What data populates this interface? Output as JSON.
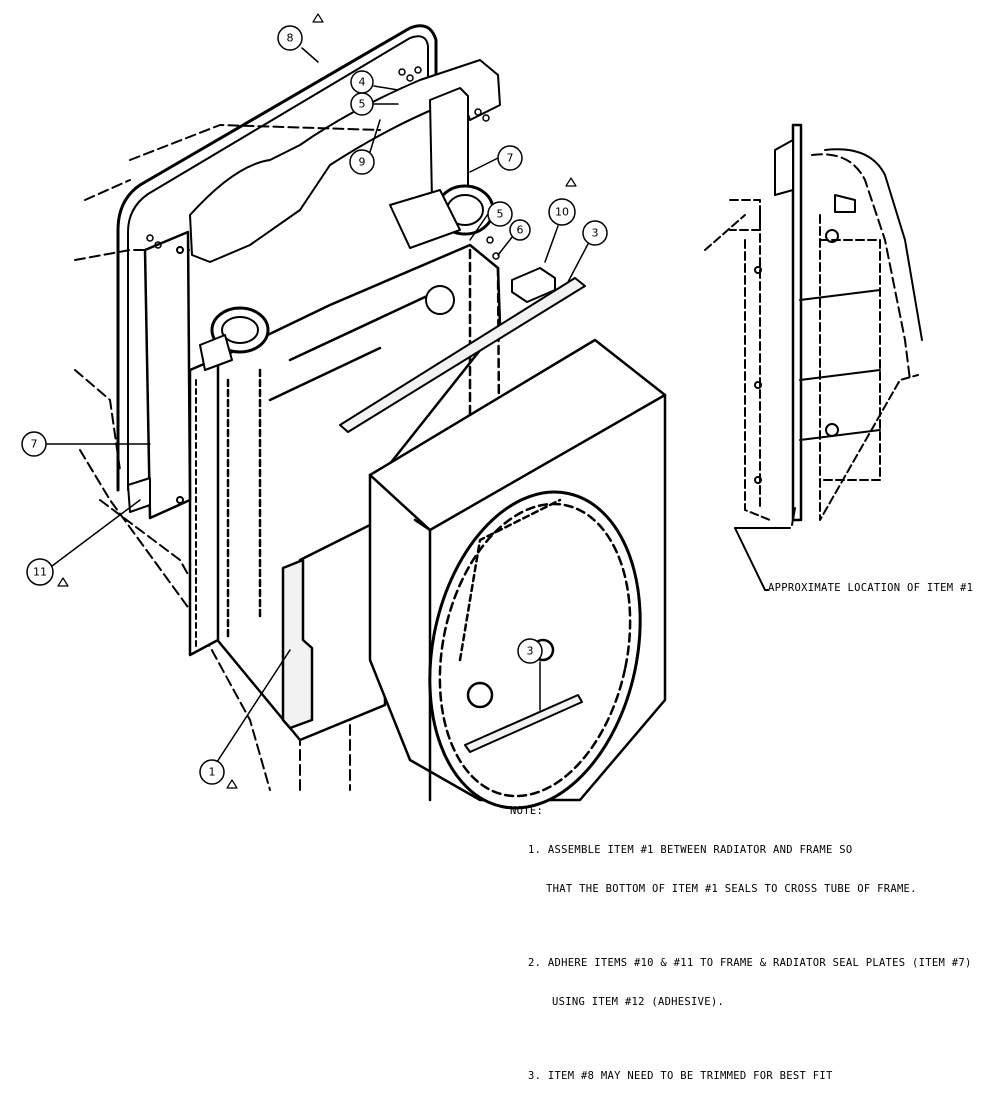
{
  "callouts": {
    "c8": "8",
    "c4": "4",
    "c5a": "5",
    "c9": "9",
    "c7a": "7",
    "c5b": "5",
    "c6": "6",
    "c10": "10",
    "c3a": "3",
    "c7b": "7",
    "c11": "11",
    "c1": "1",
    "c3b": "3"
  },
  "side_view_label": "APPROXIMATE LOCATION OF ITEM #1",
  "notes": {
    "heading": "NOTE:",
    "n1_line1": "1. ASSEMBLE ITEM #1 BETWEEN RADIATOR AND FRAME SO",
    "n1_line2": "THAT THE BOTTOM OF ITEM #1 SEALS TO CROSS TUBE OF FRAME.",
    "n2_line1": "2. ADHERE ITEMS #10 & #11 TO FRAME & RADIATOR SEAL PLATES (ITEM #7)",
    "n2_line2": "USING ITEM #12 (ADHESIVE).",
    "n3_line1": "3. ITEM #8 MAY NEED TO BE TRIMMED FOR BEST FIT"
  },
  "colors": {
    "line": "#000000",
    "background": "#ffffff",
    "fill_light": "#f2f2f2"
  }
}
